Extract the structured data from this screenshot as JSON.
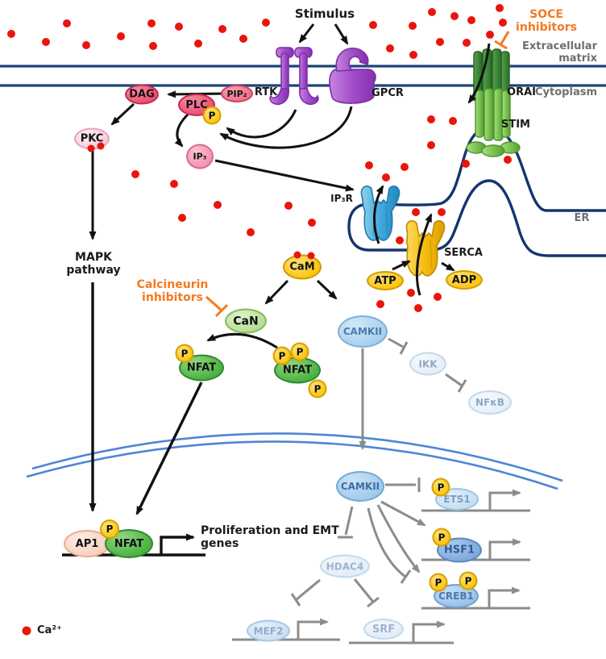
{
  "diagram": {
    "stimulus": "Stimulus",
    "soce_line1": "SOCE",
    "soce_line2": "inhibitors",
    "ecm_line1": "Extracellular",
    "ecm_line2": "matrix",
    "cytoplasm": "Cytoplasm",
    "rtk": "RTK",
    "gpcr": "GPCR",
    "orai": "ORAI",
    "stim": "STIM",
    "ip3r": "IP₃R",
    "serca": "SERCA",
    "er": "ER",
    "mapk_line1": "MAPK",
    "mapk_line2": "pathway",
    "calcineurin_line1": "Calcineurin",
    "calcineurin_line2": "inhibitors",
    "prolif_line1": "Proliferation and EMT",
    "prolif_line2": "genes",
    "legend_ca": "Ca²⁺",
    "accent_orange": "#f4791f",
    "calcium_red": "#e9150d",
    "molecules": {
      "dag": "DAG",
      "plc": "PLC",
      "pip2": "PIP₂",
      "pkc": "PKC",
      "ip3": "IP₃",
      "cam": "CaM",
      "atp": "ATP",
      "adp": "ADP",
      "can": "CaN",
      "nfat": "NFAT",
      "p": "P",
      "camkii": "CAMKII",
      "ikk": "IKK",
      "nfkb": "NFκB",
      "ets1": "ETS1",
      "hsf1": "HSF1",
      "creb1": "CREB1",
      "hdac4": "HDAC4",
      "mef2": "MEF2",
      "srf": "SRF",
      "ap1": "AP1"
    }
  }
}
